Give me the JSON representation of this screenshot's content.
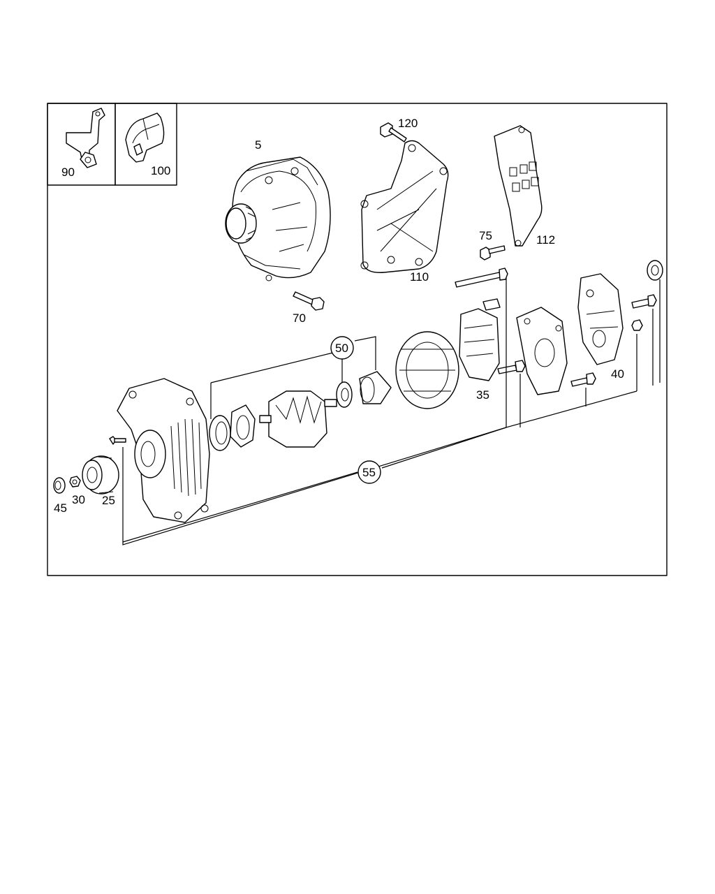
{
  "diagram": {
    "insets": [
      {
        "id": "inset-90",
        "label": "90"
      },
      {
        "id": "inset-100",
        "label": "100"
      }
    ],
    "labels": {
      "p5": "5",
      "p120": "120",
      "p110": "110",
      "p112": "112",
      "p75": "75",
      "p70": "70",
      "p50": "50",
      "p35": "35",
      "p40": "40",
      "p55": "55",
      "p45": "45",
      "p30": "30",
      "p25": "25"
    },
    "colors": {
      "line": "#000000",
      "background": "#ffffff"
    }
  }
}
